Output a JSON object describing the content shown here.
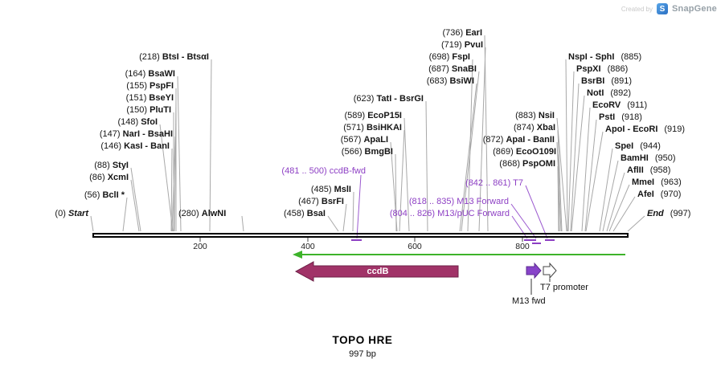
{
  "branding": {
    "created_by": "Created by",
    "app_name": "SnapGene"
  },
  "plasmid": {
    "name": "TOPO HRE",
    "length": "997 bp"
  },
  "ruler": {
    "ticks": [
      "200",
      "400",
      "600",
      "800"
    ]
  },
  "labels": {
    "left": [
      {
        "pos": "(218)",
        "name": "BtsI - BtsαI"
      },
      {
        "pos": "(164)",
        "name": "BsaWI"
      },
      {
        "pos": "(155)",
        "name": "PspFI"
      },
      {
        "pos": "(151)",
        "name": "BseYI"
      },
      {
        "pos": "(150)",
        "name": "PluTI"
      },
      {
        "pos": "(148)",
        "name": "SfoI"
      },
      {
        "pos": "(147)",
        "name": "NarI - BsaHI"
      },
      {
        "pos": "(146)",
        "name": "KasI - BanI"
      },
      {
        "pos": "(88)",
        "name": "StyI"
      },
      {
        "pos": "(86)",
        "name": "XcmI"
      },
      {
        "pos": "(56)",
        "name": "BclI *"
      },
      {
        "pos": "(0)",
        "name": "Start"
      },
      {
        "pos": "(280)",
        "name": "AlwNI"
      }
    ],
    "mid": [
      {
        "pos": "(623)",
        "name": "TatI - BsrGI"
      },
      {
        "pos": "(589)",
        "name": "EcoP15I"
      },
      {
        "pos": "(571)",
        "name": "BsiHKAI"
      },
      {
        "pos": "(567)",
        "name": "ApaLI"
      },
      {
        "pos": "(566)",
        "name": "BmgBI"
      },
      {
        "pos": "(485)",
        "name": "MslI"
      },
      {
        "pos": "(467)",
        "name": "BsrFI"
      },
      {
        "pos": "(458)",
        "name": "BsaI"
      }
    ],
    "top": [
      {
        "pos": "(736)",
        "name": "EarI"
      },
      {
        "pos": "(719)",
        "name": "PvuI"
      },
      {
        "pos": "(698)",
        "name": "FspI"
      },
      {
        "pos": "(687)",
        "name": "SnaBI"
      },
      {
        "pos": "(683)",
        "name": "BsiWI"
      }
    ],
    "right_mid": [
      {
        "pos": "(883)",
        "name": "NsiI"
      },
      {
        "pos": "(874)",
        "name": "XbaI"
      },
      {
        "pos": "(872)",
        "name": "ApaI - BanII"
      },
      {
        "pos": "(869)",
        "name": "EcoO109I"
      },
      {
        "pos": "(868)",
        "name": "PspOMI"
      }
    ],
    "right": [
      {
        "name": "NspI - SphI",
        "pos": "(885)"
      },
      {
        "name": "PspXI",
        "pos": "(886)"
      },
      {
        "name": "BsrBI",
        "pos": "(891)"
      },
      {
        "name": "NotI",
        "pos": "(892)"
      },
      {
        "name": "EcoRV",
        "pos": "(911)"
      },
      {
        "name": "PstI",
        "pos": "(918)"
      },
      {
        "name": "ApoI - EcoRI",
        "pos": "(919)"
      },
      {
        "name": "SpeI",
        "pos": "(944)"
      },
      {
        "name": "BamHI",
        "pos": "(950)"
      },
      {
        "name": "AflII",
        "pos": "(958)"
      },
      {
        "name": "MmeI",
        "pos": "(963)"
      },
      {
        "name": "AfeI",
        "pos": "(970)"
      },
      {
        "name": "End",
        "pos": "(997)"
      }
    ],
    "primers": [
      {
        "pos": "(481 .. 500)",
        "name": "ccdB-fwd"
      },
      {
        "pos": "(818 .. 835)",
        "name": "M13 Forward"
      },
      {
        "pos": "(804 .. 826)",
        "name": "M13/pUC Forward"
      },
      {
        "pos": "(842 .. 861)",
        "name": "T7"
      }
    ]
  },
  "features": {
    "ccdb": "ccdB",
    "t7_promoter": "T7 promoter",
    "m13_fwd": "M13 fwd"
  },
  "colors": {
    "primer_purple": "#8d3fc4",
    "ccdb_fill": "#a13368",
    "green_line": "#3db32a",
    "leader_gray": "#a8a8a8"
  }
}
